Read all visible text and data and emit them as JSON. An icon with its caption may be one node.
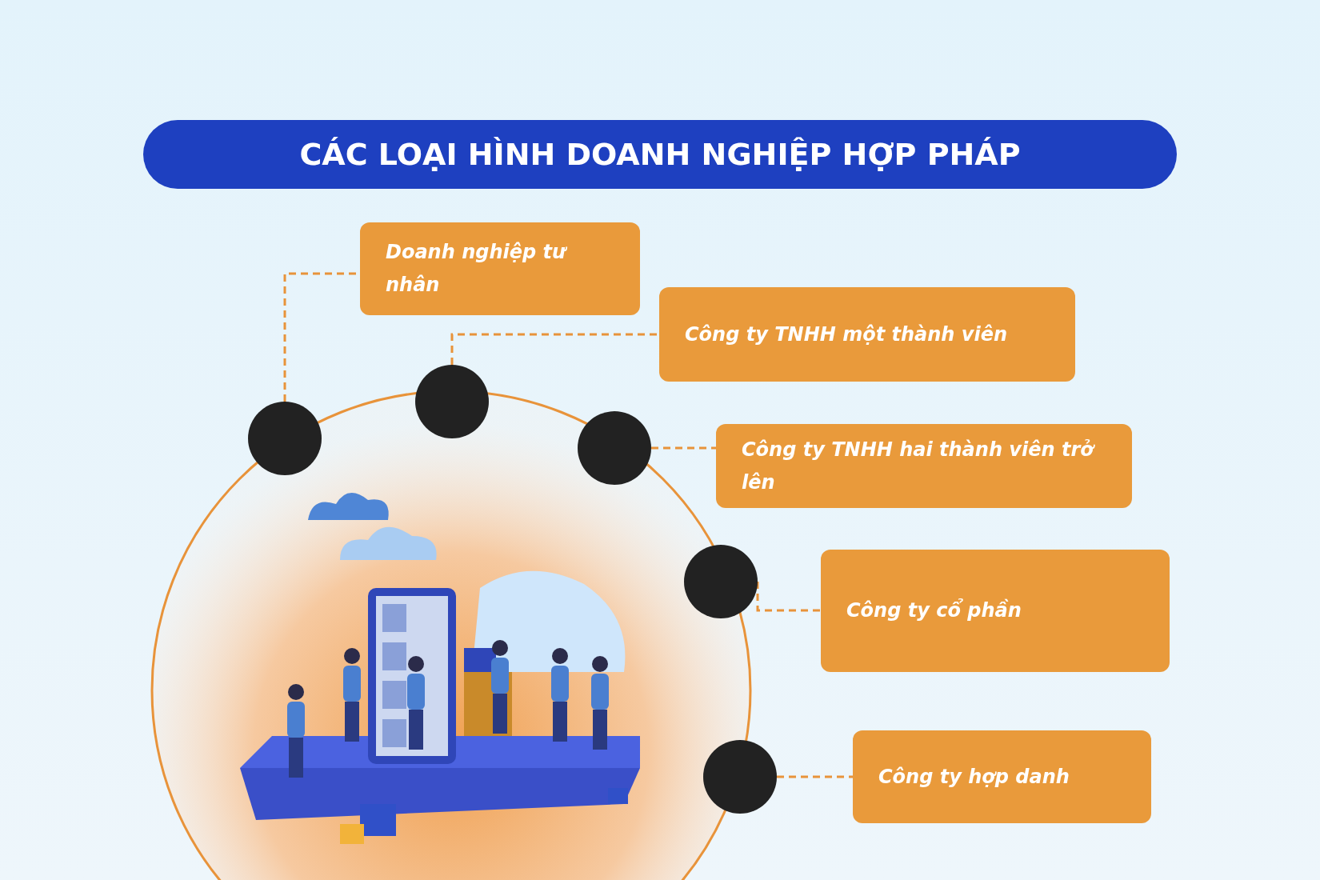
{
  "diagram": {
    "title": "CÁC LOẠI HÌNH DOANH NGHIỆP HỢP PHÁP",
    "nodes": [
      {
        "text": [
          "Doanh nghiệp tư nhân"
        ]
      },
      {
        "text": [
          "Công ty TNHH một thành viên"
        ]
      },
      {
        "text": [
          "Công ty TNHH hai thành viên trở lên"
        ]
      },
      {
        "text": [
          "Công ty cổ phần"
        ]
      },
      {
        "text": [
          "Công ty hợp danh"
        ]
      },
      {
        "text": [],
        "shape": "circle"
      },
      {
        "text": [],
        "shape": "circle"
      },
      {
        "text": [],
        "shape": "circle"
      },
      {
        "text": [],
        "shape": "circle"
      },
      {
        "text": [],
        "shape": "circle"
      }
    ],
    "edges": [
      {
        "from": 5,
        "to": 0,
        "arrow": "none",
        "style": "dashed"
      },
      {
        "from": 6,
        "to": 1,
        "arrow": "none",
        "style": "dashed"
      },
      {
        "from": 7,
        "to": 2,
        "arrow": "none",
        "style": "dashed"
      },
      {
        "from": 8,
        "to": 3,
        "arrow": "none",
        "style": "dashed"
      },
      {
        "from": 9,
        "to": 4,
        "arrow": "none",
        "style": "dashed"
      }
    ]
  }
}
